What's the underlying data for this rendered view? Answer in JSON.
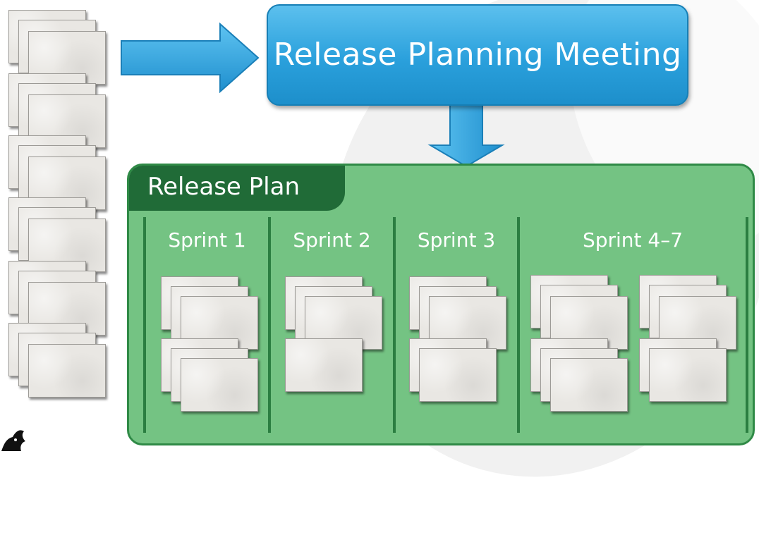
{
  "meeting": {
    "label": "Release Planning Meeting"
  },
  "release_plan": {
    "label": "Release Plan",
    "sprints": [
      {
        "label": "Sprint 1"
      },
      {
        "label": "Sprint 2"
      },
      {
        "label": "Sprint 3"
      },
      {
        "label": "Sprint 4–7"
      }
    ]
  },
  "colors": {
    "meeting": "#2aa0dc",
    "plan": "#74c383",
    "plan_tab": "#206b37",
    "arrow": "#2b9fdc",
    "card": "#e9e7e3"
  },
  "icons": [
    "right-arrow-icon",
    "down-arrow-icon",
    "logo-icon"
  ]
}
